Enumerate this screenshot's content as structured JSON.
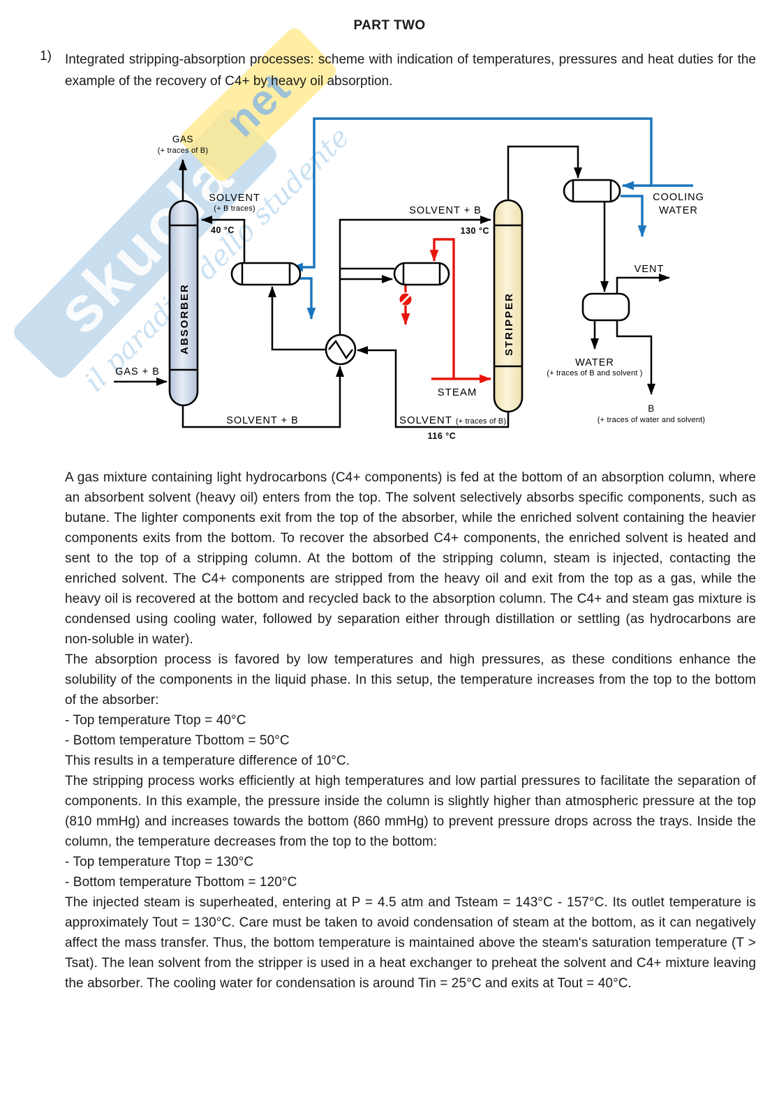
{
  "page": {
    "title": "PART TWO"
  },
  "item": {
    "number": "1)",
    "text": "Integrated stripping-absorption processes: scheme with indication of temperatures, pressures and heat duties for the example of the recovery of C4+ by heavy oil absorption."
  },
  "watermark": {
    "brand": "skuola",
    "brand_suffix": "net",
    "tagline": "il paradiso dello studente",
    "blue": "#94bde0",
    "yellow": "#ffe98a"
  },
  "diagram": {
    "columns": {
      "absorber": "ABSORBER",
      "stripper": "STRIPPER"
    },
    "streams": {
      "gas_top": "GAS",
      "gas_top_sub": "(+ traces of B)",
      "solvent_top": "SOLVENT",
      "solvent_top_sub": "(+ B traces)",
      "solvent_top_temp": "40 °C",
      "stripper_feed": "SOLVENT + B",
      "stripper_feed_temp": "130 °C",
      "cooling_water_line1": "COOLING",
      "cooling_water_line2": "WATER",
      "vent": "VENT",
      "water": "WATER",
      "water_sub": "(+ traces of B and solvent )",
      "b": "B",
      "b_sub": "(+ traces of water and solvent)",
      "steam": "STEAM",
      "rich_solvent": "SOLVENT + B",
      "lean_solvent": "SOLVENT ",
      "lean_solvent_sub": "(+ traces of B)",
      "lean_solvent_temp": "116 °C",
      "gas_feed": "GAS + B"
    },
    "colors": {
      "line": "#000000",
      "cooling_water": "#1b75bc",
      "steam": "#e8150d",
      "absorber_fill": "#c2cfe2",
      "stripper_fill": "#f3e6bd"
    }
  },
  "body": {
    "paragraphs": [
      "A gas mixture containing light hydrocarbons (C4+ components) is fed at the bottom of an absorption column, where an absorbent solvent (heavy oil) enters from the top. The solvent selectively absorbs specific components, such as butane.  The lighter components exit from the top of the absorber, while the enriched solvent containing the heavier components exits from the bottom. To recover the absorbed C4+ components, the enriched solvent is heated and sent to the top of a stripping column. At the bottom of the stripping column, steam is injected, contacting the enriched solvent. The C4+ components are stripped from the heavy oil and exit from the top as a gas, while the heavy oil is recovered at the bottom and recycled back to the absorption column.  The C4+ and steam gas mixture is condensed using cooling water, followed by separation either through distillation or settling (as hydrocarbons are non-soluble in water).",
      "The absorption process is favored by low temperatures and high pressures, as these conditions enhance the solubility of the components in the liquid phase. In this setup, the temperature increases from the top to the bottom of the absorber:",
      "- Top temperature Ttop = 40°C",
      "- Bottom temperature Tbottom = 50°C",
      "This results in a temperature difference of 10°C.",
      "The stripping process works efficiently at high temperatures and low partial pressures to facilitate the separation of components. In this example, the pressure inside the column is slightly higher than atmospheric pressure at the top (810 mmHg) and increases towards the bottom (860 mmHg) to prevent pressure drops across the trays. Inside the column, the temperature decreases from the top to the bottom:",
      "- Top temperature Ttop = 130°C",
      "- Bottom temperature Tbottom = 120°C",
      "The injected steam is superheated, entering at P = 4.5 atm and Tsteam = 143°C - 157°C. Its outlet temperature is approximately Tout = 130°C.  Care must be taken to avoid condensation of steam at the bottom, as it can negatively affect the mass transfer. Thus, the bottom temperature is maintained above the steam's saturation temperature (T > Tsat). The lean solvent from the stripper is used in a heat exchanger to preheat the solvent and C4+ mixture leaving the absorber.  The cooling water for condensation is around Tin = 25°C and exits at Tout = 40°C."
    ]
  }
}
